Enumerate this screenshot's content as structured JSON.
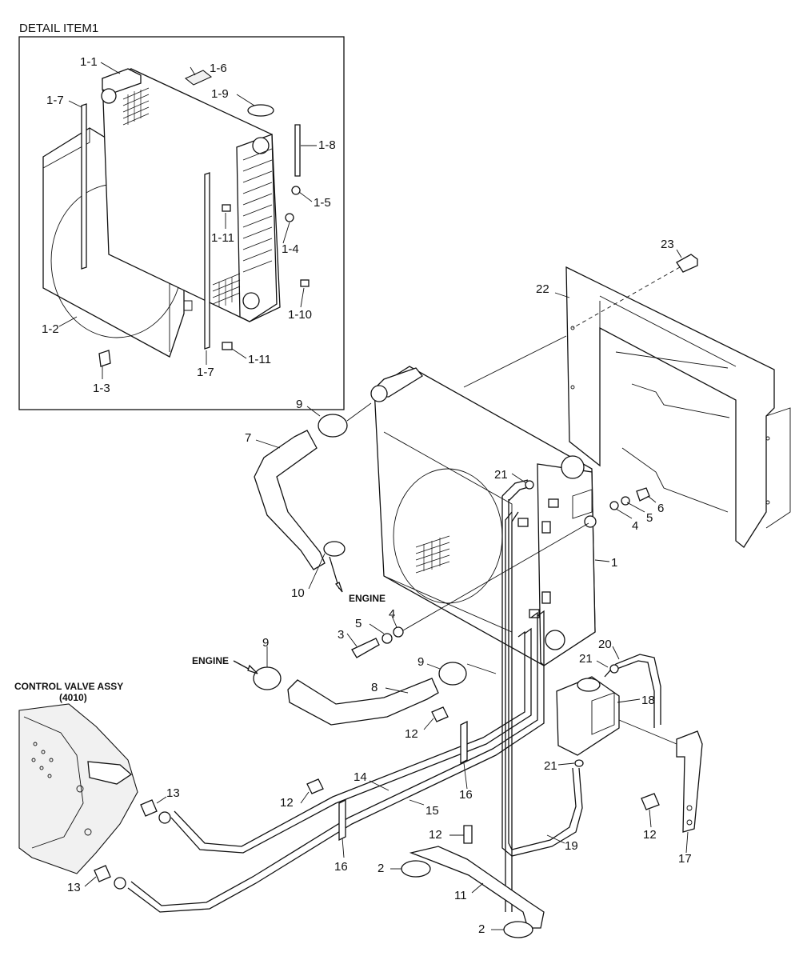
{
  "detail_box": {
    "title": "DETAIL ITEM1"
  },
  "detail_labels": {
    "l_1_1": "1-1",
    "l_1_6": "1-6",
    "l_1_9": "1-9",
    "l_1_7a": "1-7",
    "l_1_8": "1-8",
    "l_1_5": "1-5",
    "l_1_11a": "1-11",
    "l_1_4": "1-4",
    "l_1_10": "1-10",
    "l_1_2": "1-2",
    "l_1_7b": "1-7",
    "l_1_11b": "1-11",
    "l_1_3": "1-3"
  },
  "main_labels": {
    "l_23": "23",
    "l_22": "22",
    "l_9a": "9",
    "l_7": "7",
    "l_21a": "21",
    "l_6": "6",
    "l_5a": "5",
    "l_4a": "4",
    "l_1": "1",
    "l_10": "10",
    "l_4b": "4",
    "l_5b": "5",
    "l_3": "3",
    "l_9b": "9",
    "l_9c": "9",
    "l_8": "8",
    "l_20": "20",
    "l_21b": "21",
    "l_18": "18",
    "l_12a": "12",
    "l_21c": "21",
    "l_14": "14",
    "l_16a": "16",
    "l_13a": "13",
    "l_12b": "12",
    "l_15": "15",
    "l_16b": "16",
    "l_12c": "12",
    "l_12d": "12",
    "l_19": "19",
    "l_17": "17",
    "l_2a": "2",
    "l_11": "11",
    "l_13b": "13",
    "l_2b": "2"
  },
  "callouts": {
    "engine_upper": "ENGINE",
    "engine_lower": "ENGINE",
    "control_valve_line1": "CONTROL VALVE ASSY",
    "control_valve_line2": "(4010)"
  }
}
